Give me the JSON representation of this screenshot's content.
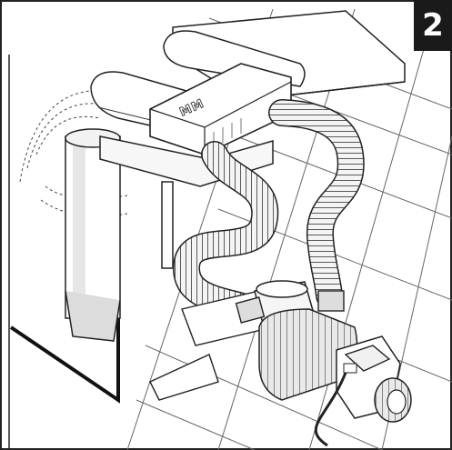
{
  "step_number": "2",
  "brand_label": "MM",
  "badge_color": "#1a1a1a",
  "line_color": "#222222",
  "icons": [
    "pool-wall",
    "skimmer-unit",
    "flex-hose",
    "pump"
  ]
}
